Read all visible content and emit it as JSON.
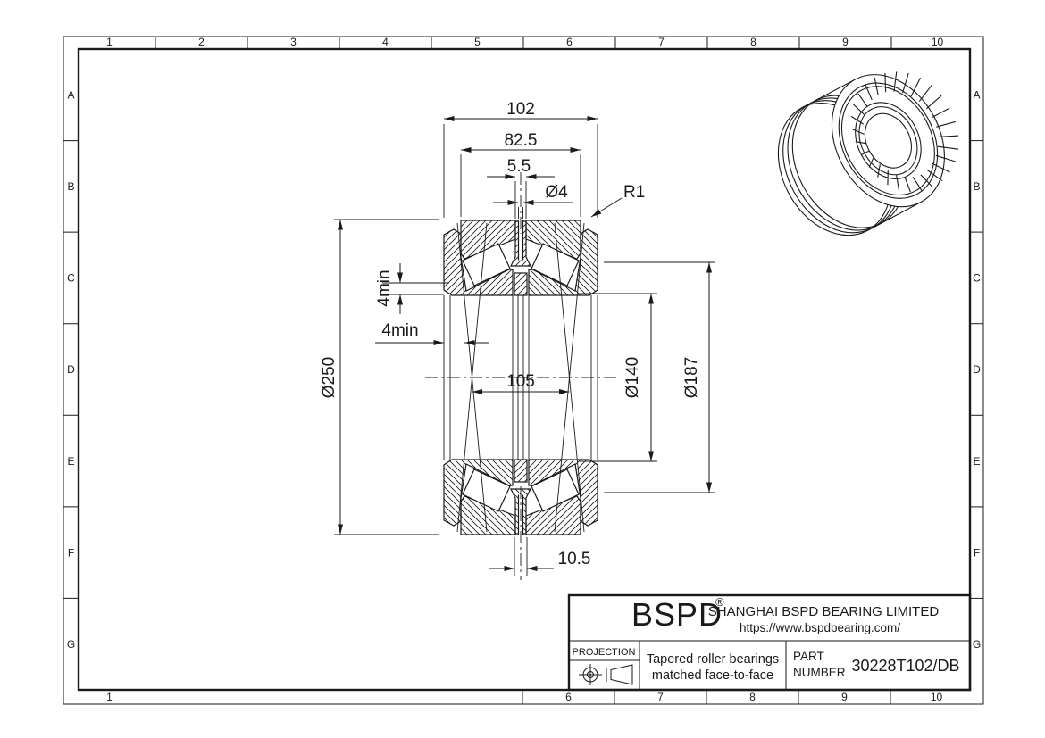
{
  "frame": {
    "top_columns": [
      "1",
      "2",
      "3",
      "4",
      "5",
      "6",
      "7",
      "8",
      "9",
      "10"
    ],
    "bottom_columns": [
      "1",
      "6",
      "7",
      "8",
      "9",
      "10"
    ],
    "side_rows": [
      "A",
      "B",
      "C",
      "D",
      "E",
      "F",
      "G"
    ]
  },
  "drawing": {
    "dimensions": {
      "overall_width": "102",
      "cup_width": "82.5",
      "center_gap": "5.5",
      "oil_hole": "Ø4",
      "fillet_radius": "R1",
      "outer_diameter": "Ø250",
      "clearance_vertical": "4min",
      "clearance_horizontal": "4min",
      "load_center_span": "105",
      "bore_diameter": "Ø140",
      "rib_diameter": "Ø187",
      "front_face_gap": "10.5"
    }
  },
  "title_block": {
    "brand": "BSPD",
    "trademark": "®",
    "company": "SHANGHAI BSPD BEARING LIMITED",
    "website": "https://www.bspdbearing.com/",
    "projection_label": "PROJECTION",
    "product_line1": "Tapered roller bearings",
    "product_line2": "matched  face-to-face",
    "part_label1": "PART",
    "part_label2": "NUMBER",
    "part_number": "30228T102/DB"
  },
  "colors": {
    "line": "#1a1a1a",
    "background": "#ffffff"
  }
}
